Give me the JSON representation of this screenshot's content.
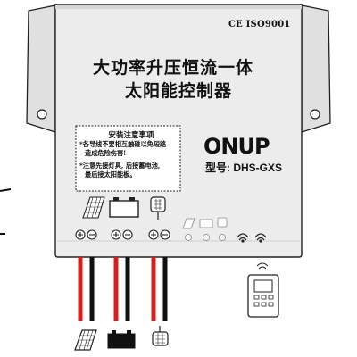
{
  "certification": "CE ISO9001",
  "title_line1": "大功率升压恒流一体",
  "title_line2": "太阳能控制器",
  "brand_logo": "ONUP",
  "model_label": "型号: DHS-GXS",
  "notice": {
    "heading": "安装注意事项",
    "lines": [
      "*各导线不要相互触碰以免短路",
      "造成危险伤害!",
      "*注意先接灯具, 后接蓄电池,",
      "最后接太阳能板。"
    ]
  },
  "terminals": {
    "groups": [
      "solar-panel",
      "battery",
      "led-lamp"
    ],
    "polarity": [
      "+",
      "-"
    ]
  },
  "colors": {
    "body": "#e9e9e9",
    "wire_red": "#d81e1e",
    "wire_black": "#111111",
    "outline": "#222222"
  },
  "icons": [
    "solar-panel-icon",
    "battery-icon",
    "led-lamp-icon",
    "wireless-signal-icon",
    "remote-control-icon"
  ]
}
